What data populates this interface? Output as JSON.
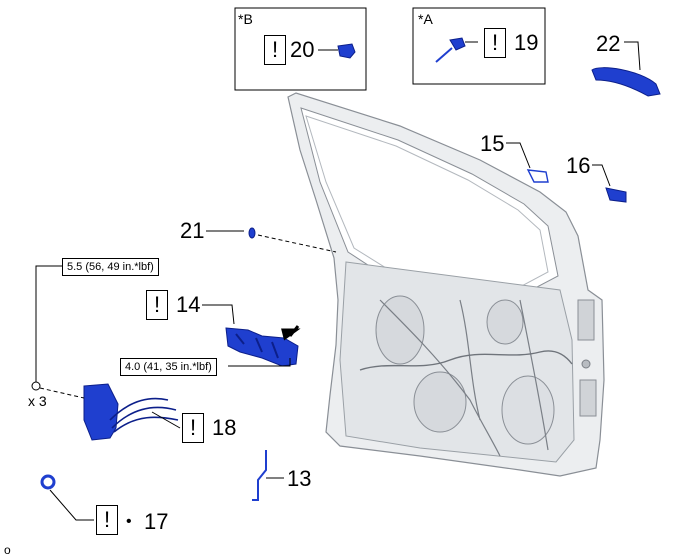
{
  "colors": {
    "part_blue": "#1f3fcf",
    "part_dark": "#0c1f8a",
    "door_fill": "#eceef0",
    "door_line": "#8a8f96"
  },
  "icons": {
    "caution": "!"
  },
  "frames": {
    "b": {
      "tag": "*B",
      "part": "20"
    },
    "a": {
      "tag": "*A",
      "part": "19"
    }
  },
  "labels": {
    "p22": "22",
    "p15": "15",
    "p16": "16",
    "p21": "21",
    "p14": "14",
    "p18": "18",
    "p13": "13",
    "p17": "17",
    "bullet": "•",
    "x3": "x 3",
    "corner": "o"
  },
  "torques": {
    "upper": "5.5 (56, 49 in.*lbf)",
    "lower": "4.0 (41, 35 in.*lbf)"
  }
}
